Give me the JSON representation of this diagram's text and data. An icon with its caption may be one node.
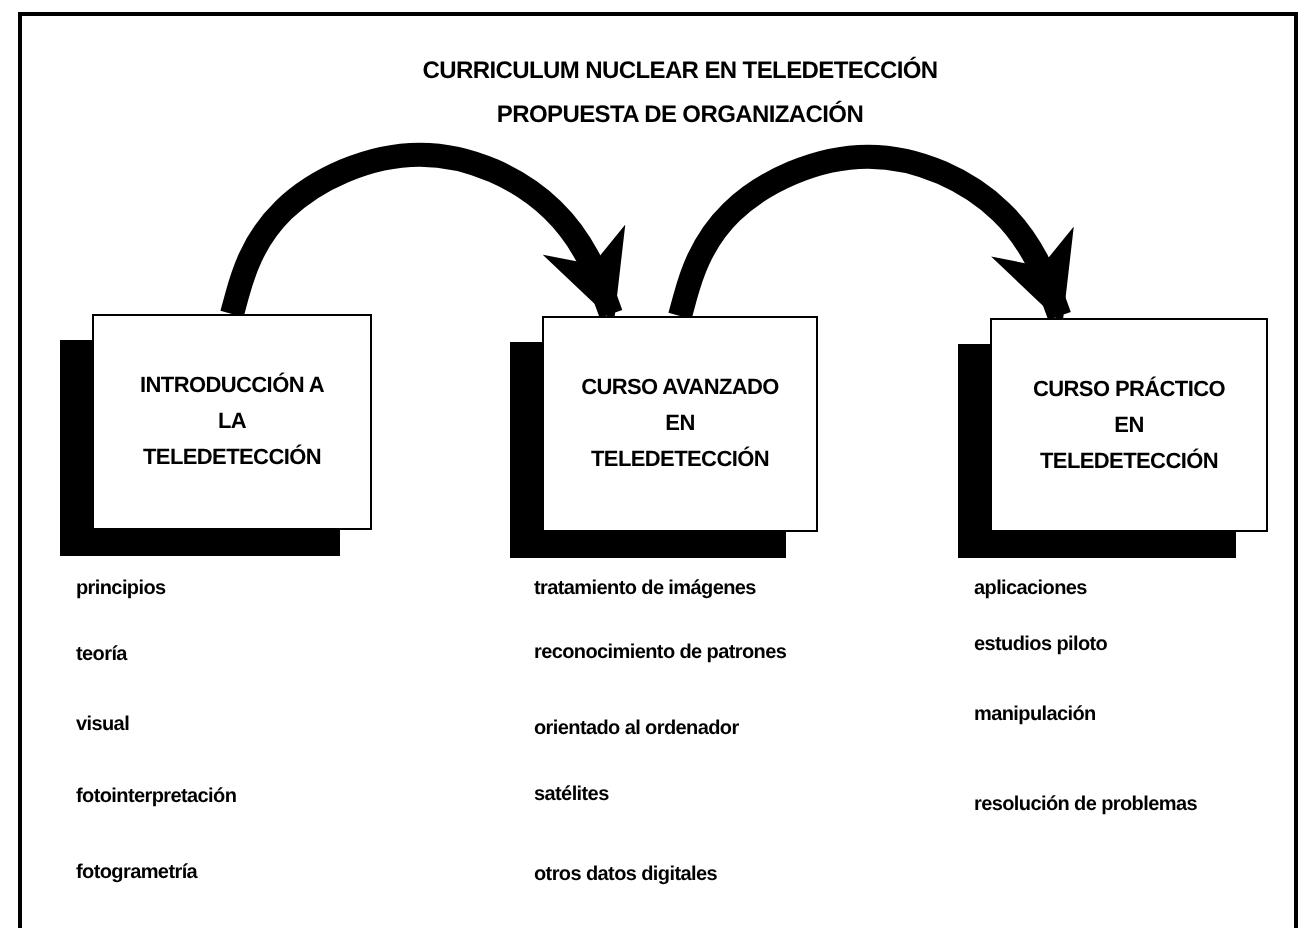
{
  "diagram": {
    "title": "CURRICULUM NUCLEAR EN TELEDETECCIÓN PROPUESTA DE ORGANIZACIÓN",
    "nodes": [
      {
        "text": [
          "INTRODUCCIÓN A LA TELEDETECCIÓN"
        ],
        "beside": [
          "principios",
          "teoría",
          "visual",
          "fotointerpretación",
          "fotogrametría"
        ]
      },
      {
        "text": [
          "CURSO AVANZADO EN TELEDETECCIÓN"
        ],
        "beside": [
          "tratamiento de imágenes",
          "reconocimiento de patrones",
          "orientado al ordenador",
          "satélites",
          "otros datos digitales"
        ]
      },
      {
        "text": [
          "CURSO PRÁCTICO EN TELEDETECCIÓN"
        ],
        "beside": [
          "aplicaciones",
          "estudios piloto",
          "manipulación",
          "resolución de problemas"
        ]
      }
    ],
    "edges": [
      {
        "from": 0,
        "to": 1,
        "arrow": "to"
      },
      {
        "from": 1,
        "to": 2,
        "arrow": "to"
      }
    ]
  }
}
